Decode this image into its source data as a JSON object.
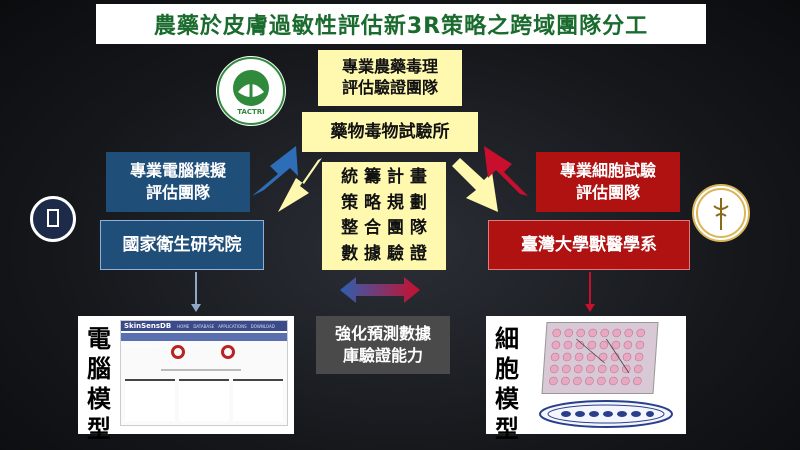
{
  "title": "農藥於皮膚過敏性評估新3R策略之跨域團隊分工",
  "boxes": {
    "pesticide_team": [
      "專業農藥毒理",
      "評估驗證團隊"
    ],
    "institute": "藥物毒物試驗所",
    "computer_team": [
      "專業電腦模擬",
      "評估團隊"
    ],
    "nhri": "國家衛生研究院",
    "cell_team": [
      "專業細胞試驗",
      "評估團隊"
    ],
    "ntu": "臺灣大學獸醫學系",
    "coordination": [
      "統 籌 計 畫",
      "策 略 規 劃",
      "整 合 團 隊",
      "數 據 驗 證"
    ],
    "strengthen": [
      "強化預測數據",
      "庫驗證能力"
    ]
  },
  "panels": {
    "computer_model_label": [
      "電",
      "腦",
      "模",
      "型"
    ],
    "cell_model_label": [
      "細",
      "胞",
      "模",
      "型"
    ],
    "skinsens": {
      "brand": "SkinSensDB",
      "tabs": [
        "HOME",
        "DATABASE",
        "APPLICATIONS",
        "DOWNLOAD"
      ],
      "prediction_title": "Prediction Model - OC(C)c1ccc(C)=Cc1"
    }
  },
  "logos": {
    "tactri": "TACTRI"
  },
  "colors": {
    "yellow": "#fff9b0",
    "blue": "#1f4e79",
    "red": "#b01212",
    "title_text": "#1a6b2e"
  }
}
